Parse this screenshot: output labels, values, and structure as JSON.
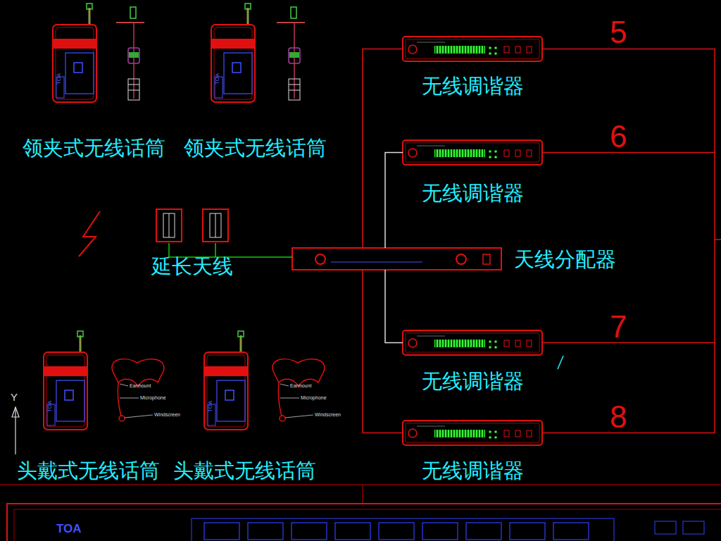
{
  "diagram": {
    "nodes": [
      {
        "text": [
          "领夹式无线话筒"
        ]
      },
      {
        "text": [
          "领夹式无线话筒"
        ]
      },
      {
        "text": [
          "延长天线"
        ]
      },
      {
        "text": [
          "天线分配器"
        ]
      },
      {
        "text": [
          "无线调谐器"
        ]
      },
      {
        "text": [
          "无线调谐器"
        ]
      },
      {
        "text": [
          "无线调谐器"
        ]
      },
      {
        "text": [
          "无线调谐器"
        ]
      },
      {
        "text": [
          "头戴式无线话筒"
        ]
      },
      {
        "text": [
          "头戴式无线话筒"
        ]
      }
    ],
    "edges": [
      {
        "from": 2,
        "to": 3,
        "arrow": "none"
      },
      {
        "from": 3,
        "to": 4,
        "arrow": "none"
      },
      {
        "from": 3,
        "to": 5,
        "arrow": "none"
      },
      {
        "from": 3,
        "to": 6,
        "arrow": "none"
      },
      {
        "from": 3,
        "to": 7,
        "arrow": "none"
      }
    ],
    "labels": [
      "5",
      "6",
      "7",
      "8",
      "TOA",
      "TOA",
      "Earmount",
      "Microphone",
      "Windscreen",
      "Earmount",
      "Microphone",
      "Windscreen",
      "TOA",
      "TOA",
      "Y",
      "TOA"
    ]
  }
}
